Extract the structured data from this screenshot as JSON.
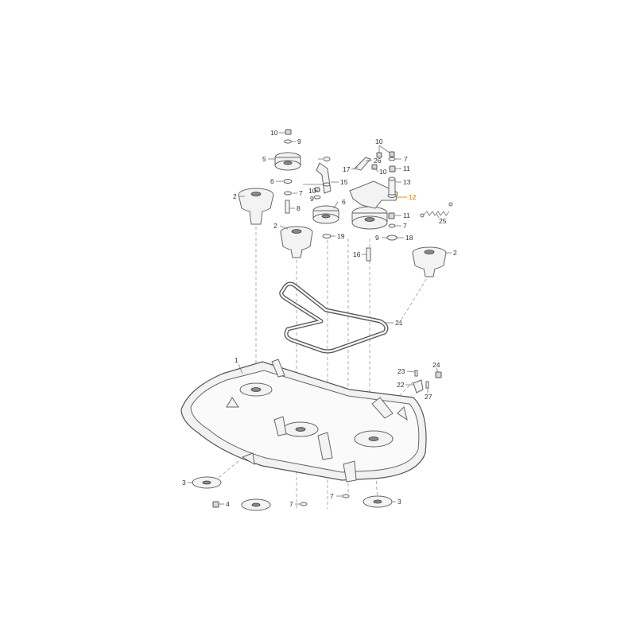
{
  "callouts": [
    {
      "id": "c10a",
      "text": "10"
    },
    {
      "id": "c9a",
      "text": "9"
    },
    {
      "id": "c5",
      "text": "5"
    },
    {
      "id": "c6a",
      "text": "6"
    },
    {
      "id": "c7a",
      "text": "7"
    },
    {
      "id": "c2a",
      "text": "2"
    },
    {
      "id": "c8",
      "text": "8"
    },
    {
      "id": "c10b",
      "text": "10"
    },
    {
      "id": "c9b",
      "text": "9"
    },
    {
      "id": "c15",
      "text": "15"
    },
    {
      "id": "c6b",
      "text": "6"
    },
    {
      "id": "c2b",
      "text": "2"
    },
    {
      "id": "c19",
      "text": "19"
    },
    {
      "id": "c10c",
      "text": "10"
    },
    {
      "id": "c7b",
      "text": "7"
    },
    {
      "id": "c17",
      "text": "17"
    },
    {
      "id": "c26",
      "text": "26"
    },
    {
      "id": "c10d",
      "text": "10"
    },
    {
      "id": "c11a",
      "text": "11"
    },
    {
      "id": "c13",
      "text": "13"
    },
    {
      "id": "c12",
      "text": "12"
    },
    {
      "id": "c11b",
      "text": "11"
    },
    {
      "id": "c7c",
      "text": "7"
    },
    {
      "id": "c25",
      "text": "25"
    },
    {
      "id": "c9c",
      "text": "9"
    },
    {
      "id": "c18",
      "text": "18"
    },
    {
      "id": "c16",
      "text": "16"
    },
    {
      "id": "c2c",
      "text": "2"
    },
    {
      "id": "c21",
      "text": "21"
    },
    {
      "id": "c1",
      "text": "1"
    },
    {
      "id": "c23",
      "text": "23"
    },
    {
      "id": "c24",
      "text": "24"
    },
    {
      "id": "c22",
      "text": "22"
    },
    {
      "id": "c27",
      "text": "27"
    },
    {
      "id": "c3a",
      "text": "3"
    },
    {
      "id": "c4",
      "text": "4"
    },
    {
      "id": "c7d",
      "text": "7"
    },
    {
      "id": "c7e",
      "text": "7"
    },
    {
      "id": "c3b",
      "text": "3"
    }
  ],
  "colors": {
    "highlight": "#e8a22a",
    "line": "#666666"
  },
  "highlighted_part": "12"
}
